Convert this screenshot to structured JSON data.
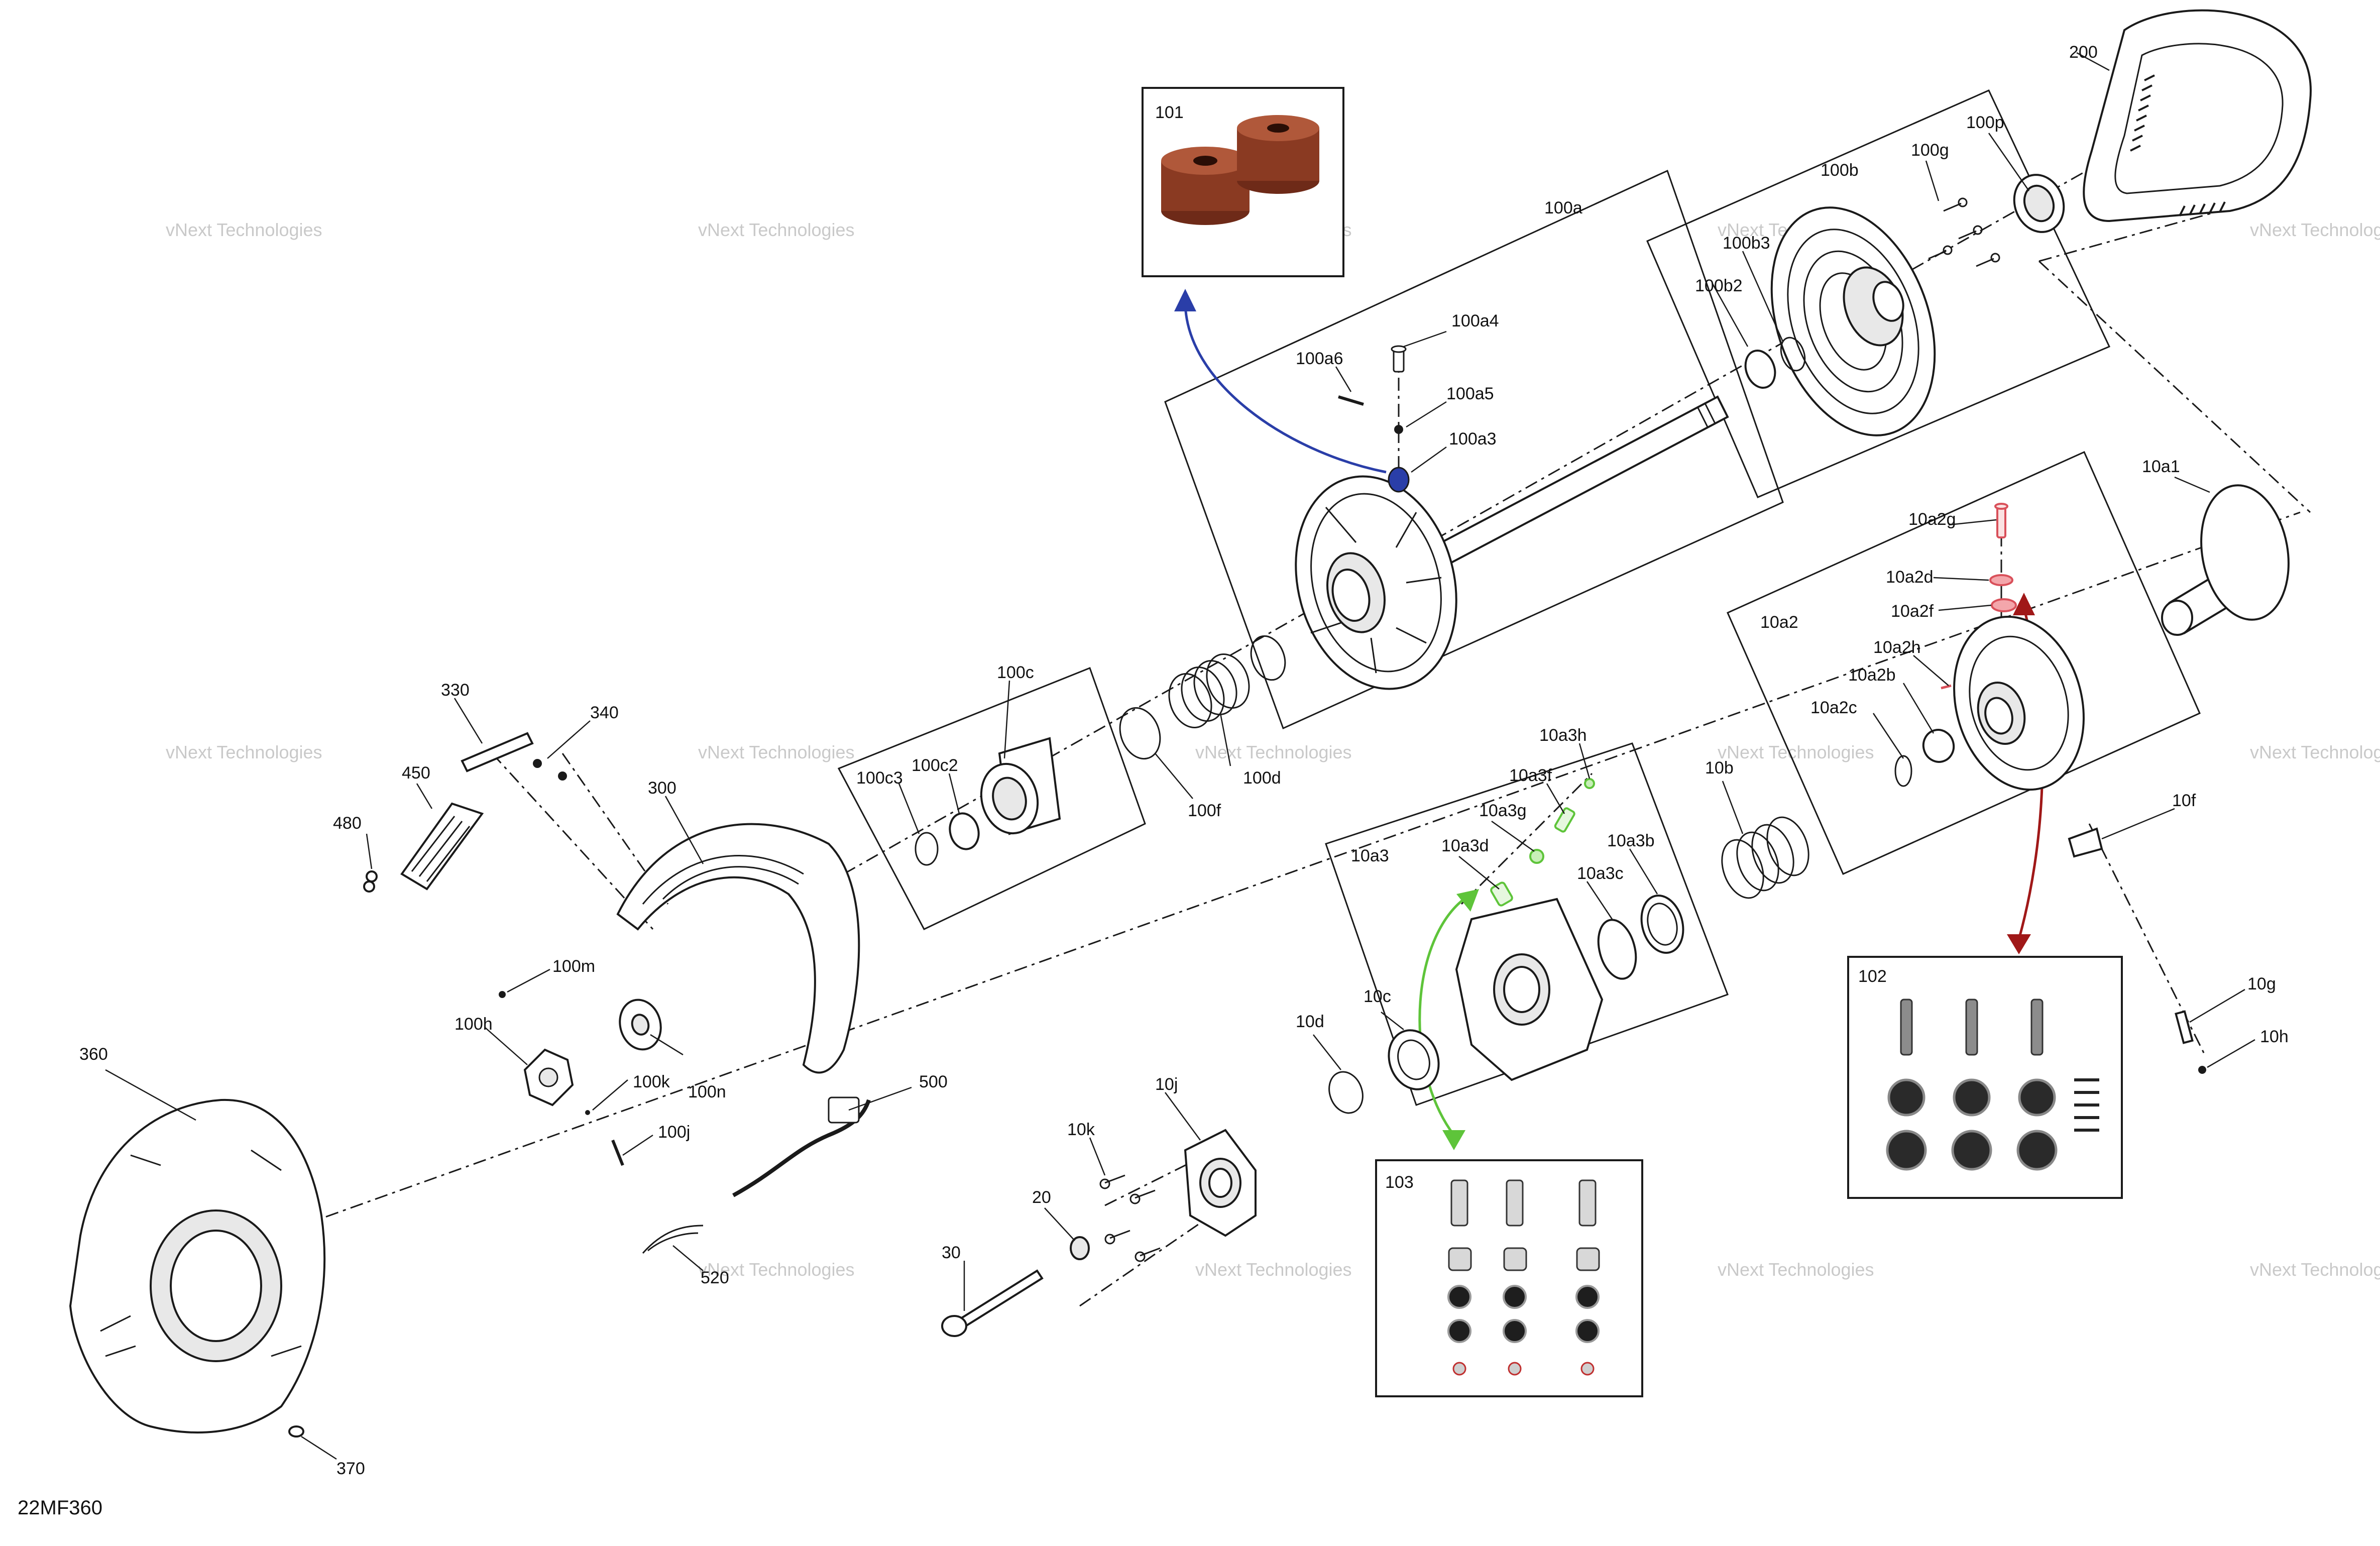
{
  "diagram_code": "22MF360",
  "watermark_text": "vNext Technologies",
  "colors": {
    "blue_arrow": "#2a3ea8",
    "green_arrow": "#5ec43a",
    "red_arrow": "#a01818",
    "roller_brown": "#8a3a22",
    "red_part": "#d9505a"
  },
  "labels": {
    "l101": "101",
    "l102": "102",
    "l103": "103",
    "l200": "200",
    "l100p": "100p",
    "l100g": "100g",
    "l100b": "100b",
    "l100b3": "100b3",
    "l100b2": "100b2",
    "l100a": "100a",
    "l100a4": "100a4",
    "l100a6": "100a6",
    "l100a5": "100a5",
    "l100a3": "100a3",
    "l10a1": "10a1",
    "l10a2g": "10a2g",
    "l10a2d": "10a2d",
    "l10a2f": "10a2f",
    "l10a2": "10a2",
    "l10a2h": "10a2h",
    "l10a2b": "10a2b",
    "l10a2c": "10a2c",
    "l10b": "10b",
    "l10f": "10f",
    "l10g": "10g",
    "l10h": "10h",
    "l100c": "100c",
    "l100c3": "100c3",
    "l100c2": "100c2",
    "l100d": "100d",
    "l100f": "100f",
    "l10a3h": "10a3h",
    "l10a3f": "10a3f",
    "l10a3g": "10a3g",
    "l10a3d": "10a3d",
    "l10a3b": "10a3b",
    "l10a3c": "10a3c",
    "l10a3": "10a3",
    "l10c": "10c",
    "l10d": "10d",
    "l10j": "10j",
    "l10k": "10k",
    "l20": "20",
    "l30": "30",
    "l330": "330",
    "l340": "340",
    "l450": "450",
    "l480": "480",
    "l300": "300",
    "l100m": "100m",
    "l100h": "100h",
    "l100k": "100k",
    "l100n": "100n",
    "l100j": "100j",
    "l360": "360",
    "l370": "370",
    "l500": "500",
    "l520": "520"
  }
}
